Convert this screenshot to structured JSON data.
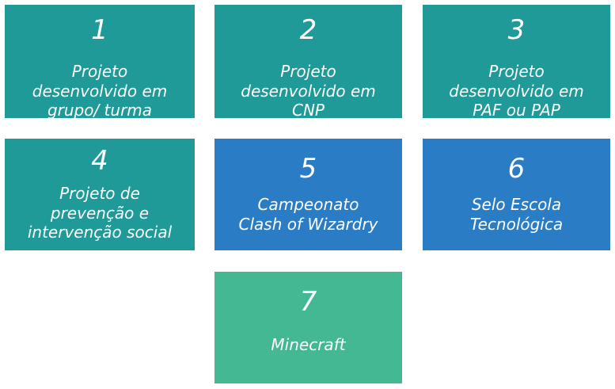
{
  "colors": {
    "teal": "#1f9a99",
    "blue": "#2a7dc4",
    "green": "#43b893"
  },
  "tiles": [
    {
      "number": "1",
      "label": "Projeto\ndesenvolvido em\ngrupo/ turma",
      "color": "#1f9a99"
    },
    {
      "number": "2",
      "label": "Projeto\ndesenvolvido em\nCNP",
      "color": "#1f9a99"
    },
    {
      "number": "3",
      "label": "Projeto\ndesenvolvido em\nPAF ou PAP",
      "color": "#1f9a99"
    },
    {
      "number": "4",
      "label": "Projeto de\nprevenção e\nintervenção social",
      "color": "#1f9a99"
    },
    {
      "number": "5",
      "label": "Campeonato\nClash of Wizardry",
      "color": "#2a7dc4"
    },
    {
      "number": "6",
      "label": "Selo Escola\nTecnológica",
      "color": "#2a7dc4"
    },
    {
      "number": "7",
      "label": "Minecraft",
      "color": "#43b893"
    }
  ]
}
